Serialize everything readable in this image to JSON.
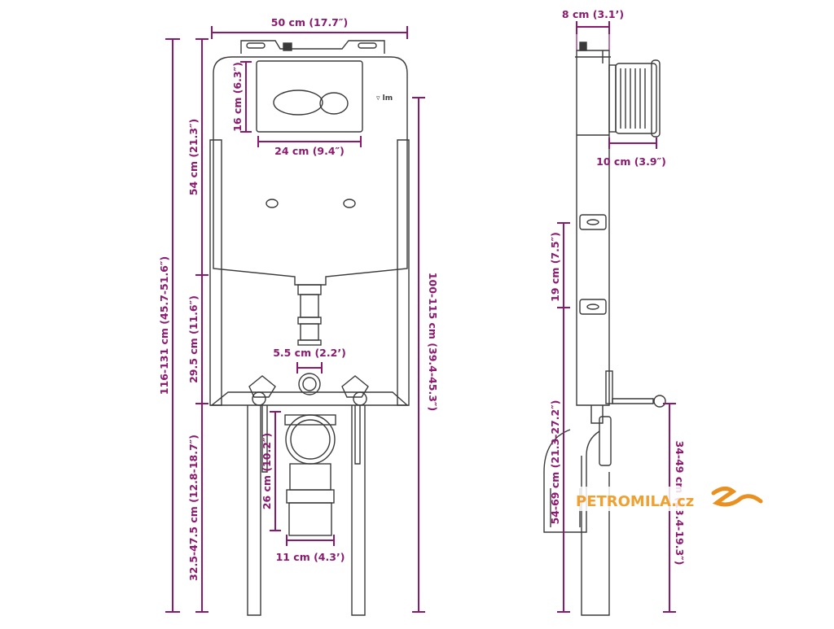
{
  "colors": {
    "dimension": "#8b1a6e",
    "outline": "#3a3a3a",
    "logo_orange": "#f0a030",
    "logo_swirl": "#e89020"
  },
  "brand_mark": "▿ lm",
  "front_view": {
    "width": "50 cm (17.7″)",
    "upper_height": "54 cm (21.3″)",
    "middle_height": "29.5 cm (11.6″)",
    "lower_height": "32.5-47.5 cm (12.8-18.7″)",
    "total_height": "116-131 cm (45.7-51.6″)",
    "right_height": "100-115 cm (39.4-45.3″)",
    "plate_height": "16 cm (6.3″)",
    "plate_width": "24 cm (9.4″)",
    "inlet_width": "5.5 cm (2.2’)",
    "drain_height": "26 cm (10.2″)",
    "drain_width": "11 cm (4.3’)"
  },
  "side_view": {
    "top_depth": "8 cm (3.1’)",
    "button_depth": "10 cm (3.9″)",
    "bracket_spacing": "19 cm (7.5″)",
    "lower_height": "54-69 cm (21.3-27.2″)",
    "bolt_height": "34-49 cm (13.4-19.3″)"
  },
  "watermark": {
    "text": "PETROMILA.cz"
  }
}
